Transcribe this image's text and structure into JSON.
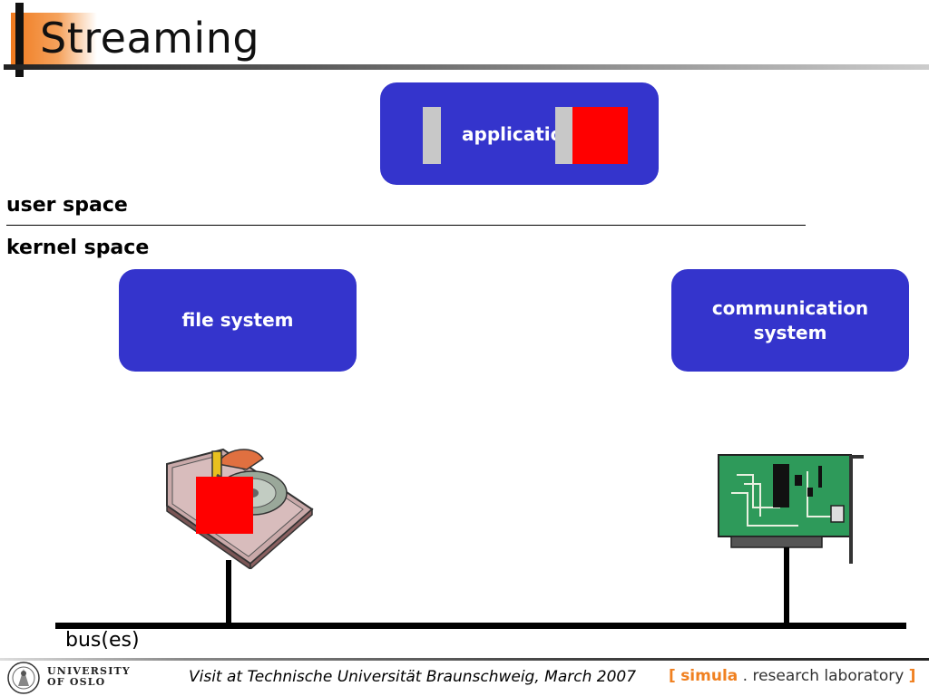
{
  "slide": {
    "title": "Streaming",
    "application_label": "applicatio",
    "user_space_label": "user space",
    "kernel_space_label": "kernel space",
    "file_system_label": "file system",
    "communication_line1": "communication",
    "communication_line2": "system",
    "bus_label": "bus(es)"
  },
  "footer": {
    "text": "Visit at Technische Universität Braunschweig, March 2007",
    "university_line1": "UNIVERSITY",
    "university_line2": "OF OSLO",
    "simula_open": "[",
    "simula_word": "simula",
    "simula_rest": " . research laboratory ",
    "simula_close": "]"
  },
  "colors": {
    "box_blue": "#3434cc",
    "accent_orange": "#f07a1e",
    "data_red": "#ff0000"
  }
}
